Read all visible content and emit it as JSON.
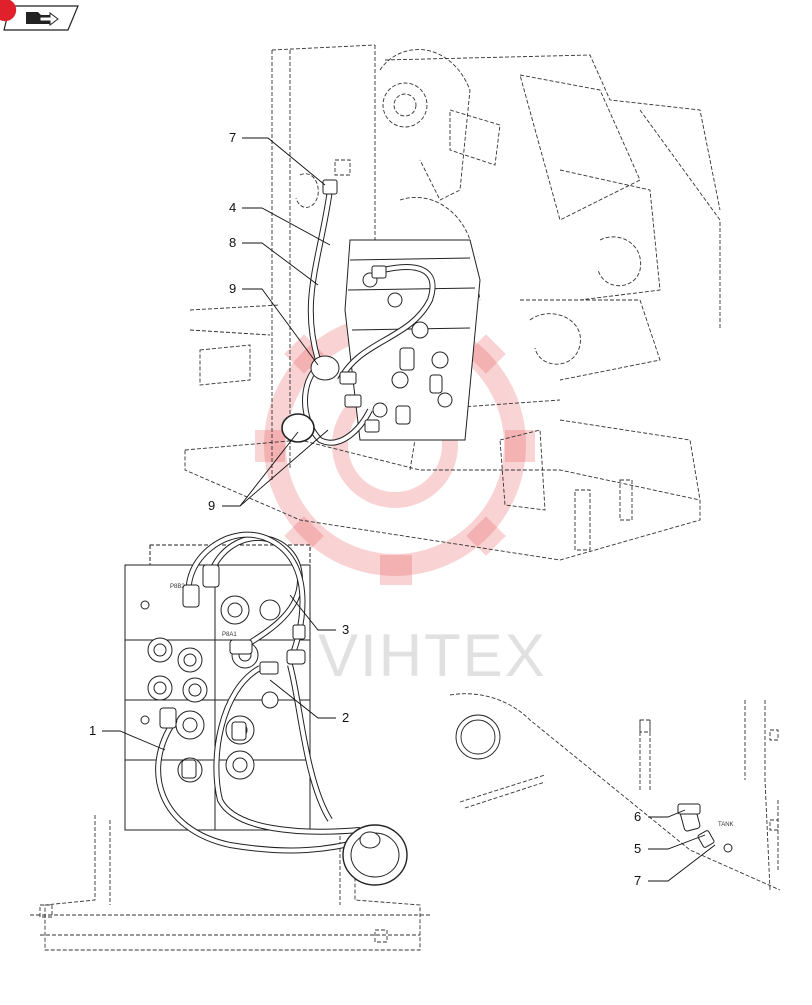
{
  "toolbar": {
    "nav_icon": "arrow-folder-icon",
    "badge_color": "#e0202a"
  },
  "watermark": {
    "text": "VIHTEX",
    "logo_color": "#e53b3b"
  },
  "callouts": {
    "c7_top": "7",
    "c4": "4",
    "c8": "8",
    "c9_top": "9",
    "c9_bottom": "9",
    "c3": "3",
    "c2": "2",
    "c1": "1",
    "c6": "6",
    "c5": "5",
    "c7_bottom": "7"
  },
  "port_labels": {
    "p1": "P8B2",
    "p2": "P8A1",
    "tank": "TANK"
  }
}
